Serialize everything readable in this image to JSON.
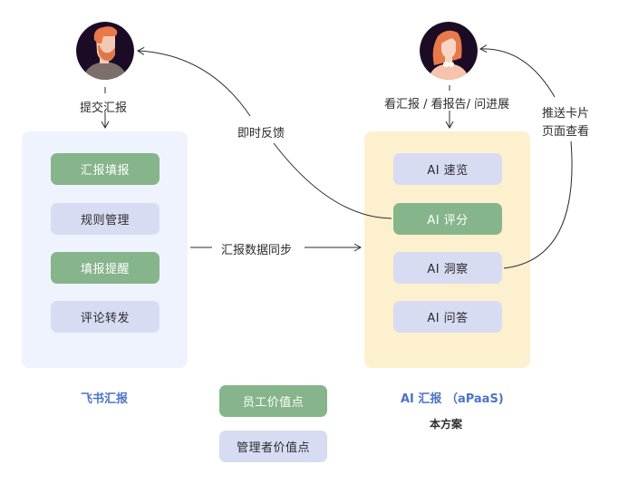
{
  "colors": {
    "employee_green": "#86b58b",
    "manager_lavender": "#d7dcf3",
    "left_panel_bg": "#eff3fd",
    "right_panel_bg": "#fdf0cf",
    "title_blue": "#4b74c6"
  },
  "employee": {
    "avatar_icon": "male-avatar-icon",
    "action_label": "提交汇报"
  },
  "manager": {
    "avatar_icon": "female-avatar-icon",
    "action_label": "看汇报 / 看报告/ 问进展"
  },
  "left_panel": {
    "title": "飞书汇报",
    "items": [
      {
        "label": "汇报填报",
        "type": "employee"
      },
      {
        "label": "规则管理",
        "type": "manager"
      },
      {
        "label": "填报提醒",
        "type": "employee"
      },
      {
        "label": "评论转发",
        "type": "manager"
      }
    ]
  },
  "right_panel": {
    "title": "AI 汇报 （aPaaS)",
    "subtitle": "本方案",
    "items": [
      {
        "label": "AI 速览",
        "type": "manager"
      },
      {
        "label": "AI 评分",
        "type": "employee"
      },
      {
        "label": "AI 洞察",
        "type": "manager"
      },
      {
        "label": "AI 问答",
        "type": "manager"
      }
    ]
  },
  "connectors": {
    "sync_label": "汇报数据同步",
    "feedback_label": "即时反馈",
    "push_label_line1": "推送卡片",
    "push_label_line2": "页面查看"
  },
  "legend": {
    "employee_value": "员工价值点",
    "manager_value": "管理者价值点"
  }
}
